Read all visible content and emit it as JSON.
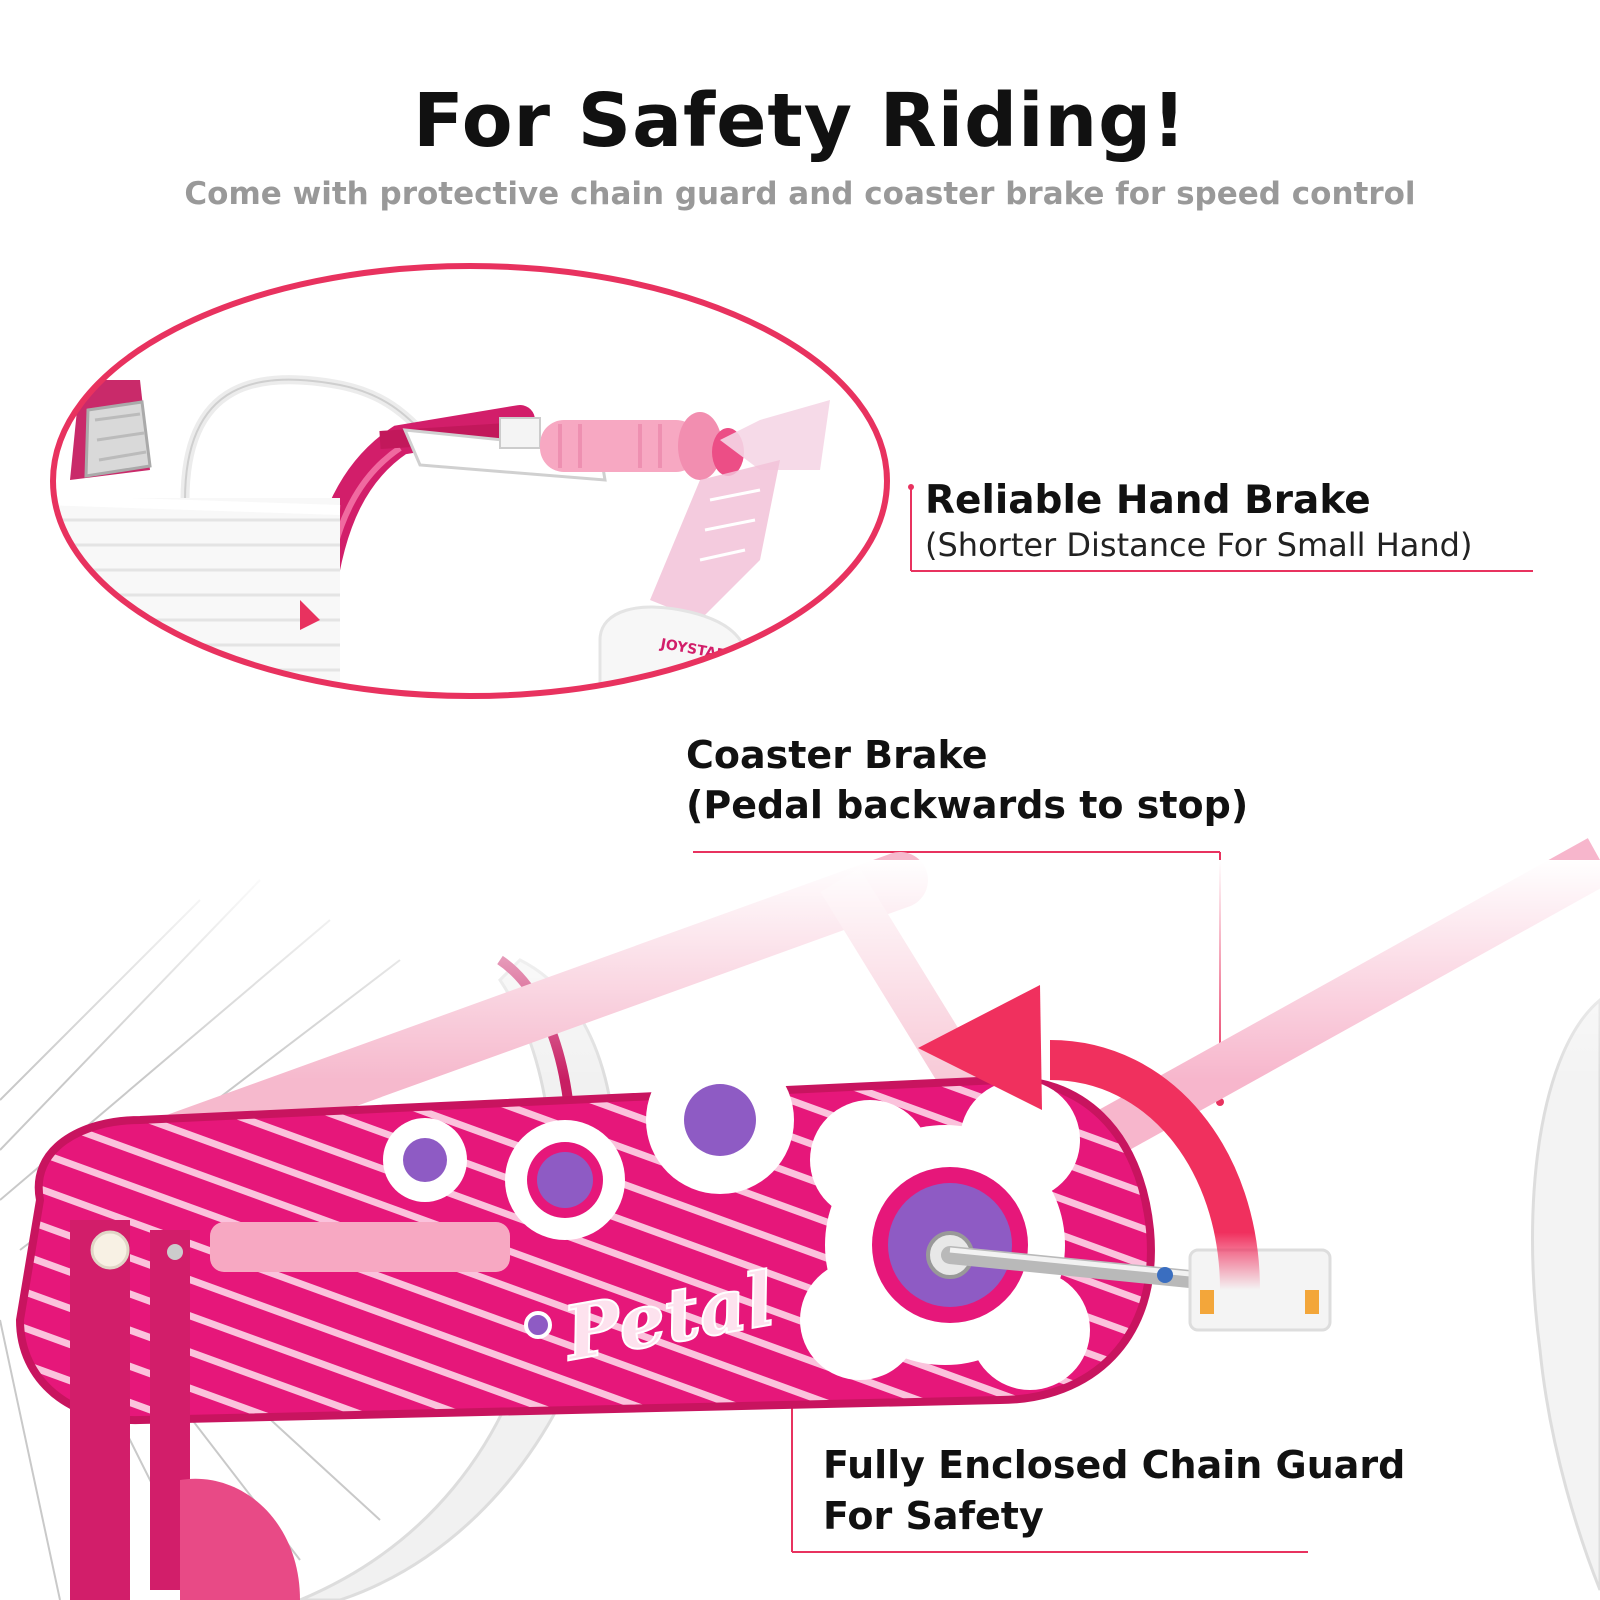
{
  "header": {
    "title": "For Safety Riding!",
    "subtitle": "Come with protective chain guard and coaster brake for speed control"
  },
  "callouts": {
    "hand_brake": {
      "title": "Reliable Hand Brake",
      "subtitle": "(Shorter Distance For Small Hand)"
    },
    "coaster_brake": {
      "line1": "Coaster Brake",
      "line2": "(Pedal backwards to stop)"
    },
    "chain_guard": {
      "line1": "Fully Enclosed Chain Guard",
      "line2": "For Safety"
    }
  },
  "product": {
    "brand_logo": "JOYSTAR",
    "chain_guard_logo": "Petal"
  },
  "colors": {
    "accent": "#E8325F",
    "frame_pink": "#E0237A",
    "light_pink": "#F6B9CD",
    "petal_purple": "#8E5BC4"
  }
}
